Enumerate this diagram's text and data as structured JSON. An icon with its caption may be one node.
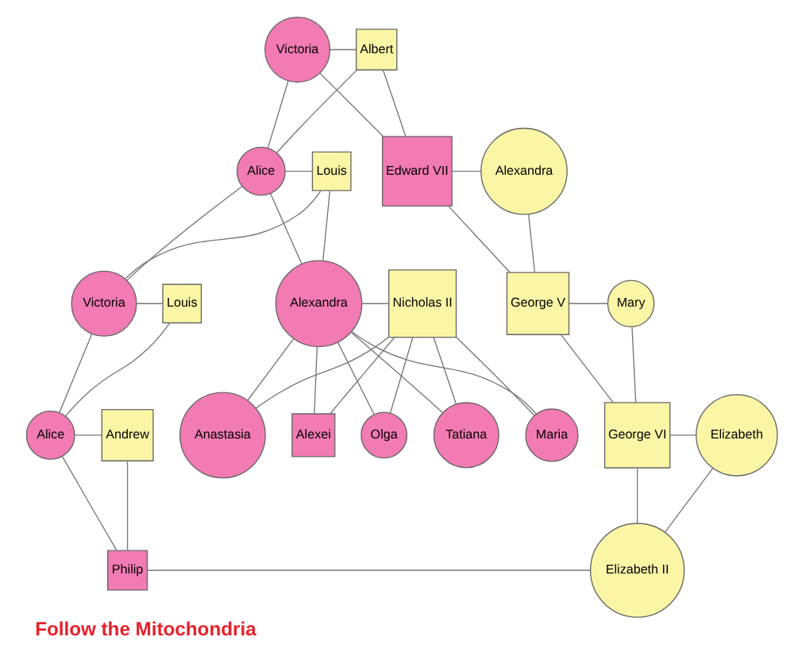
{
  "diagram": {
    "caption": "Follow the Mitochondria",
    "nodes": [
      {
        "text": [
          "Victoria"
        ]
      },
      {
        "text": [
          "Albert"
        ]
      },
      {
        "text": [
          "Alice"
        ]
      },
      {
        "text": [
          "Louis"
        ]
      },
      {
        "text": [
          "Edward VII"
        ]
      },
      {
        "text": [
          "Alexandra"
        ]
      },
      {
        "text": [
          "Victoria"
        ]
      },
      {
        "text": [
          "Louis"
        ]
      },
      {
        "text": [
          "Alexandra"
        ]
      },
      {
        "text": [
          "Nicholas II"
        ]
      },
      {
        "text": [
          "George V"
        ]
      },
      {
        "text": [
          "Mary"
        ]
      },
      {
        "text": [
          "Alice"
        ]
      },
      {
        "text": [
          "Andrew"
        ]
      },
      {
        "text": [
          "Olga"
        ]
      },
      {
        "text": [
          "Tatiana"
        ]
      },
      {
        "text": [
          "Maria"
        ]
      },
      {
        "text": [
          "Anastasia"
        ]
      },
      {
        "text": [
          "Alexei"
        ]
      },
      {
        "text": [
          "George VI"
        ]
      },
      {
        "text": [
          "Elizabeth"
        ]
      },
      {
        "text": [
          "Philip"
        ]
      },
      {
        "text": [
          "Elizabeth II"
        ]
      }
    ],
    "edges": [
      {
        "from": 0,
        "to": 1,
        "arrow": "none"
      },
      {
        "from": 0,
        "to": 2,
        "arrow": "none"
      },
      {
        "from": 1,
        "to": 2,
        "arrow": "none"
      },
      {
        "from": 0,
        "to": 4,
        "arrow": "none"
      },
      {
        "from": 1,
        "to": 4,
        "arrow": "none"
      },
      {
        "from": 2,
        "to": 3,
        "arrow": "none"
      },
      {
        "from": 4,
        "to": 5,
        "arrow": "none"
      },
      {
        "from": 2,
        "to": 6,
        "arrow": "none"
      },
      {
        "from": 3,
        "to": 6,
        "arrow": "none"
      },
      {
        "from": 2,
        "to": 8,
        "arrow": "none"
      },
      {
        "from": 3,
        "to": 8,
        "arrow": "none"
      },
      {
        "from": 4,
        "to": 10,
        "arrow": "none"
      },
      {
        "from": 5,
        "to": 10,
        "arrow": "none"
      },
      {
        "from": 6,
        "to": 7,
        "arrow": "none"
      },
      {
        "from": 8,
        "to": 9,
        "arrow": "none"
      },
      {
        "from": 10,
        "to": 11,
        "arrow": "none"
      },
      {
        "from": 6,
        "to": 12,
        "arrow": "none"
      },
      {
        "from": 7,
        "to": 12,
        "arrow": "none"
      },
      {
        "from": 8,
        "to": 14,
        "arrow": "none"
      },
      {
        "from": 9,
        "to": 14,
        "arrow": "none"
      },
      {
        "from": 8,
        "to": 15,
        "arrow": "none"
      },
      {
        "from": 9,
        "to": 15,
        "arrow": "none"
      },
      {
        "from": 8,
        "to": 16,
        "arrow": "none"
      },
      {
        "from": 9,
        "to": 16,
        "arrow": "none"
      },
      {
        "from": 8,
        "to": 17,
        "arrow": "none"
      },
      {
        "from": 9,
        "to": 17,
        "arrow": "none"
      },
      {
        "from": 8,
        "to": 18,
        "arrow": "none"
      },
      {
        "from": 9,
        "to": 18,
        "arrow": "none"
      },
      {
        "from": 10,
        "to": 19,
        "arrow": "none"
      },
      {
        "from": 11,
        "to": 19,
        "arrow": "none"
      },
      {
        "from": 12,
        "to": 13,
        "arrow": "none"
      },
      {
        "from": 19,
        "to": 20,
        "arrow": "none"
      },
      {
        "from": 12,
        "to": 21,
        "arrow": "none"
      },
      {
        "from": 13,
        "to": 21,
        "arrow": "none"
      },
      {
        "from": 19,
        "to": 22,
        "arrow": "none"
      },
      {
        "from": 20,
        "to": 22,
        "arrow": "none"
      },
      {
        "from": 21,
        "to": 22,
        "arrow": "none"
      }
    ]
  }
}
